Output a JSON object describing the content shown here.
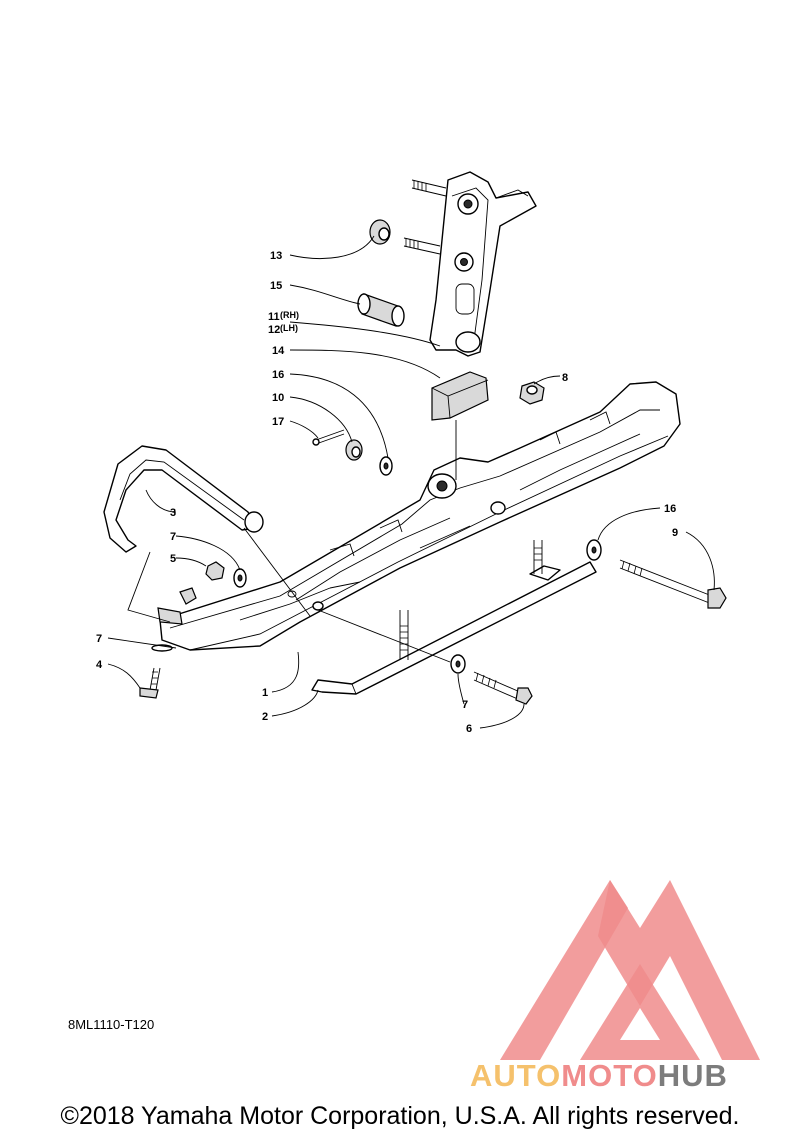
{
  "diagram_code": "8ML1110-T120",
  "copyright": "©2018 Yamaha Motor Corporation, U.S.A. All rights reserved.",
  "watermark": {
    "auto": "AUTO",
    "moto": "MOTO",
    "hub": "HUB"
  },
  "callouts": {
    "c1": "1",
    "c2": "2",
    "c3": "3",
    "c4": "4",
    "c5": "5",
    "c6": "6",
    "c7a": "7",
    "c7b": "7",
    "c7c": "7",
    "c8": "8",
    "c9": "9",
    "c10": "10",
    "c11": "11",
    "c11_side": "(RH)",
    "c12": "12",
    "c12_side": "(LH)",
    "c13": "13",
    "c14": "14",
    "c15": "15",
    "c16a": "16",
    "c16b": "16",
    "c17": "17"
  }
}
